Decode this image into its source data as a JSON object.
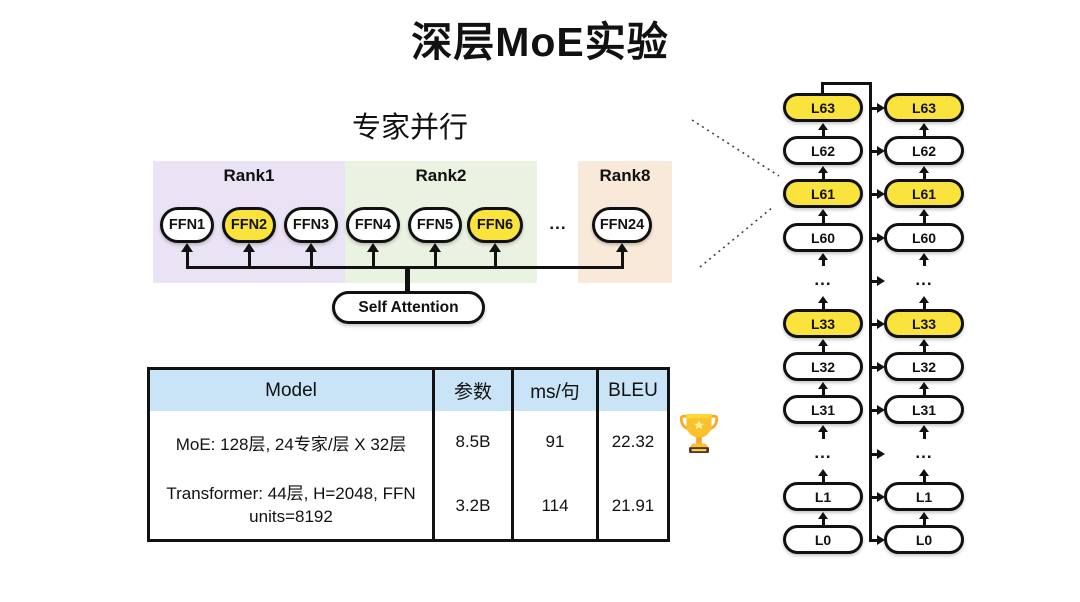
{
  "title": "深层MoE实验",
  "expert_parallel": {
    "heading": "专家并行",
    "ranks": [
      {
        "label": "Rank1"
      },
      {
        "label": "Rank2"
      },
      {
        "label": "Rank8"
      }
    ],
    "ffns": [
      "FFN1",
      "FFN2",
      "FFN3",
      "FFN4",
      "FFN5",
      "FFN6",
      "...",
      "FFN24"
    ],
    "highlighted_ffns": [
      "FFN2",
      "FFN6"
    ],
    "self_attention_label": "Self Attention"
  },
  "results_table": {
    "headers": [
      "Model",
      "参数",
      "ms/句",
      "BLEU"
    ],
    "rows": [
      {
        "model": "MoE: 128层, 24专家/层 X 32层",
        "params": "8.5B",
        "ms_per_sentence": "91",
        "bleu": "22.32"
      },
      {
        "model": "Transformer: 44层, H=2048, FFN units=8192",
        "params": "3.2B",
        "ms_per_sentence": "114",
        "bleu": "21.91"
      }
    ],
    "trophy_icon": "🏆"
  },
  "layer_stack": {
    "rows": [
      "L63",
      "L62",
      "L61",
      "L60",
      "...",
      "L33",
      "L32",
      "L31",
      "...",
      "L1",
      "L0"
    ],
    "highlighted_layers": [
      "L63",
      "L61",
      "L33"
    ],
    "columns": 2
  },
  "colors": {
    "highlight_yellow": "#FAE33C",
    "rank1_bg": "#EAE3F5",
    "rank2_bg": "#EAF2E1",
    "rank8_bg": "#F9E9D8",
    "table_header_bg": "#C9E4F7",
    "line_black": "#111111"
  }
}
